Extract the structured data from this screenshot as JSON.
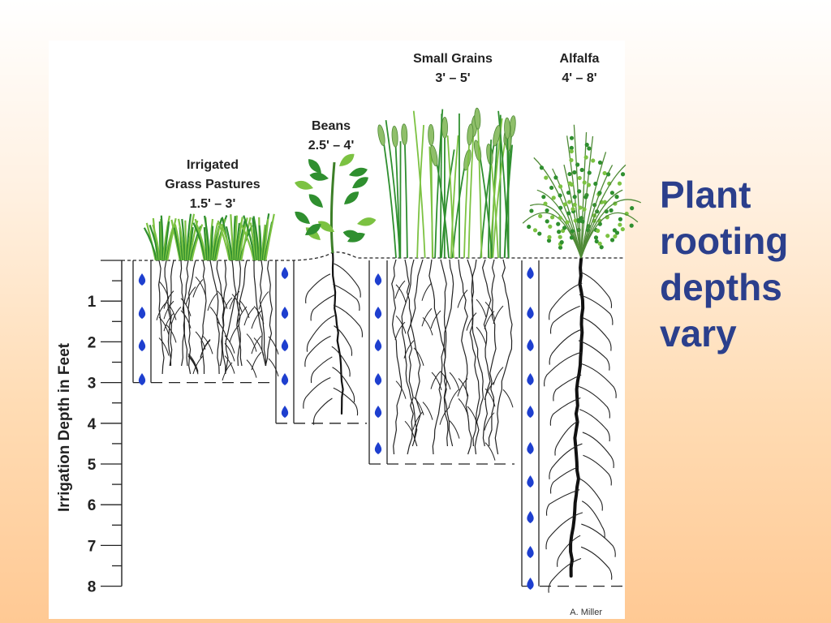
{
  "slide": {
    "title_lines": [
      "Plant",
      "rooting",
      "depths",
      "vary"
    ]
  },
  "diagram": {
    "axis_title": "Irrigation Depth in Feet",
    "depth_ticks": [
      "1",
      "2",
      "3",
      "4",
      "5",
      "6",
      "7",
      "8"
    ],
    "credit": "A. Miller",
    "plants": [
      {
        "name": "grass",
        "label_lines": [
          "Irrigated",
          "Grass Pastures",
          "1.5' – 3'"
        ],
        "depth_ft": 3
      },
      {
        "name": "beans",
        "label_lines": [
          "Beans",
          "2.5' – 4'"
        ],
        "depth_ft": 4
      },
      {
        "name": "grains",
        "label_lines": [
          "Small Grains",
          "3' – 5'"
        ],
        "depth_ft": 5
      },
      {
        "name": "alfalfa",
        "label_lines": [
          "Alfalfa",
          "4' – 8'"
        ],
        "depth_ft": 8
      }
    ],
    "colors": {
      "water_drop": "#1e3fcf",
      "leaf_dark": "#2f8f2f",
      "leaf_light": "#7cc242",
      "title_blue": "#2b3f8c"
    }
  }
}
